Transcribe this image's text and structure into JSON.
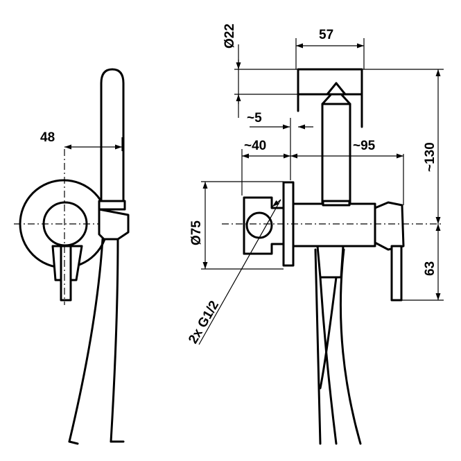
{
  "drawing": {
    "dimensions": {
      "diameter_22": "Ø22",
      "width_57": "57",
      "width_48": "48",
      "offset_5": "~5",
      "offset_40": "~40",
      "offset_95": "~95",
      "height_130": "~130",
      "diameter_75": "Ø75",
      "height_63": "63",
      "connection": "2x G1/2"
    },
    "colors": {
      "line": "#000000",
      "background": "#ffffff"
    }
  }
}
